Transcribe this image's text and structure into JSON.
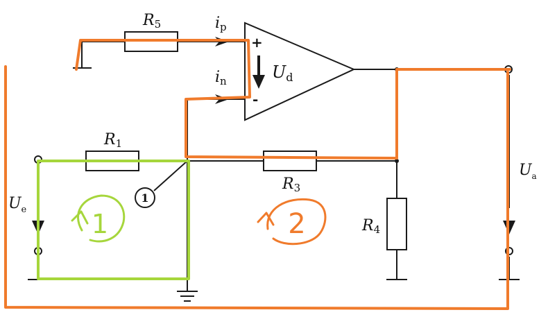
{
  "colors": {
    "wire": "#1a1a1a",
    "loop1": "#a6d63c",
    "loop2": "#f07b2c"
  },
  "labels": {
    "r5": "R",
    "r5_sub": "5",
    "r1": "R",
    "r1_sub": "1",
    "r3": "R",
    "r3_sub": "3",
    "r4": "R",
    "r4_sub": "4",
    "ip": "i",
    "ip_sub": "p",
    "in": "i",
    "in_sub": "n",
    "ud": "U",
    "ud_sub": "d",
    "plus": "+",
    "minus": "-",
    "ue": "U",
    "ue_sub": "e",
    "ua": "U",
    "ua_sub": "a",
    "node": "1",
    "loop1": "1",
    "loop2": "2"
  }
}
